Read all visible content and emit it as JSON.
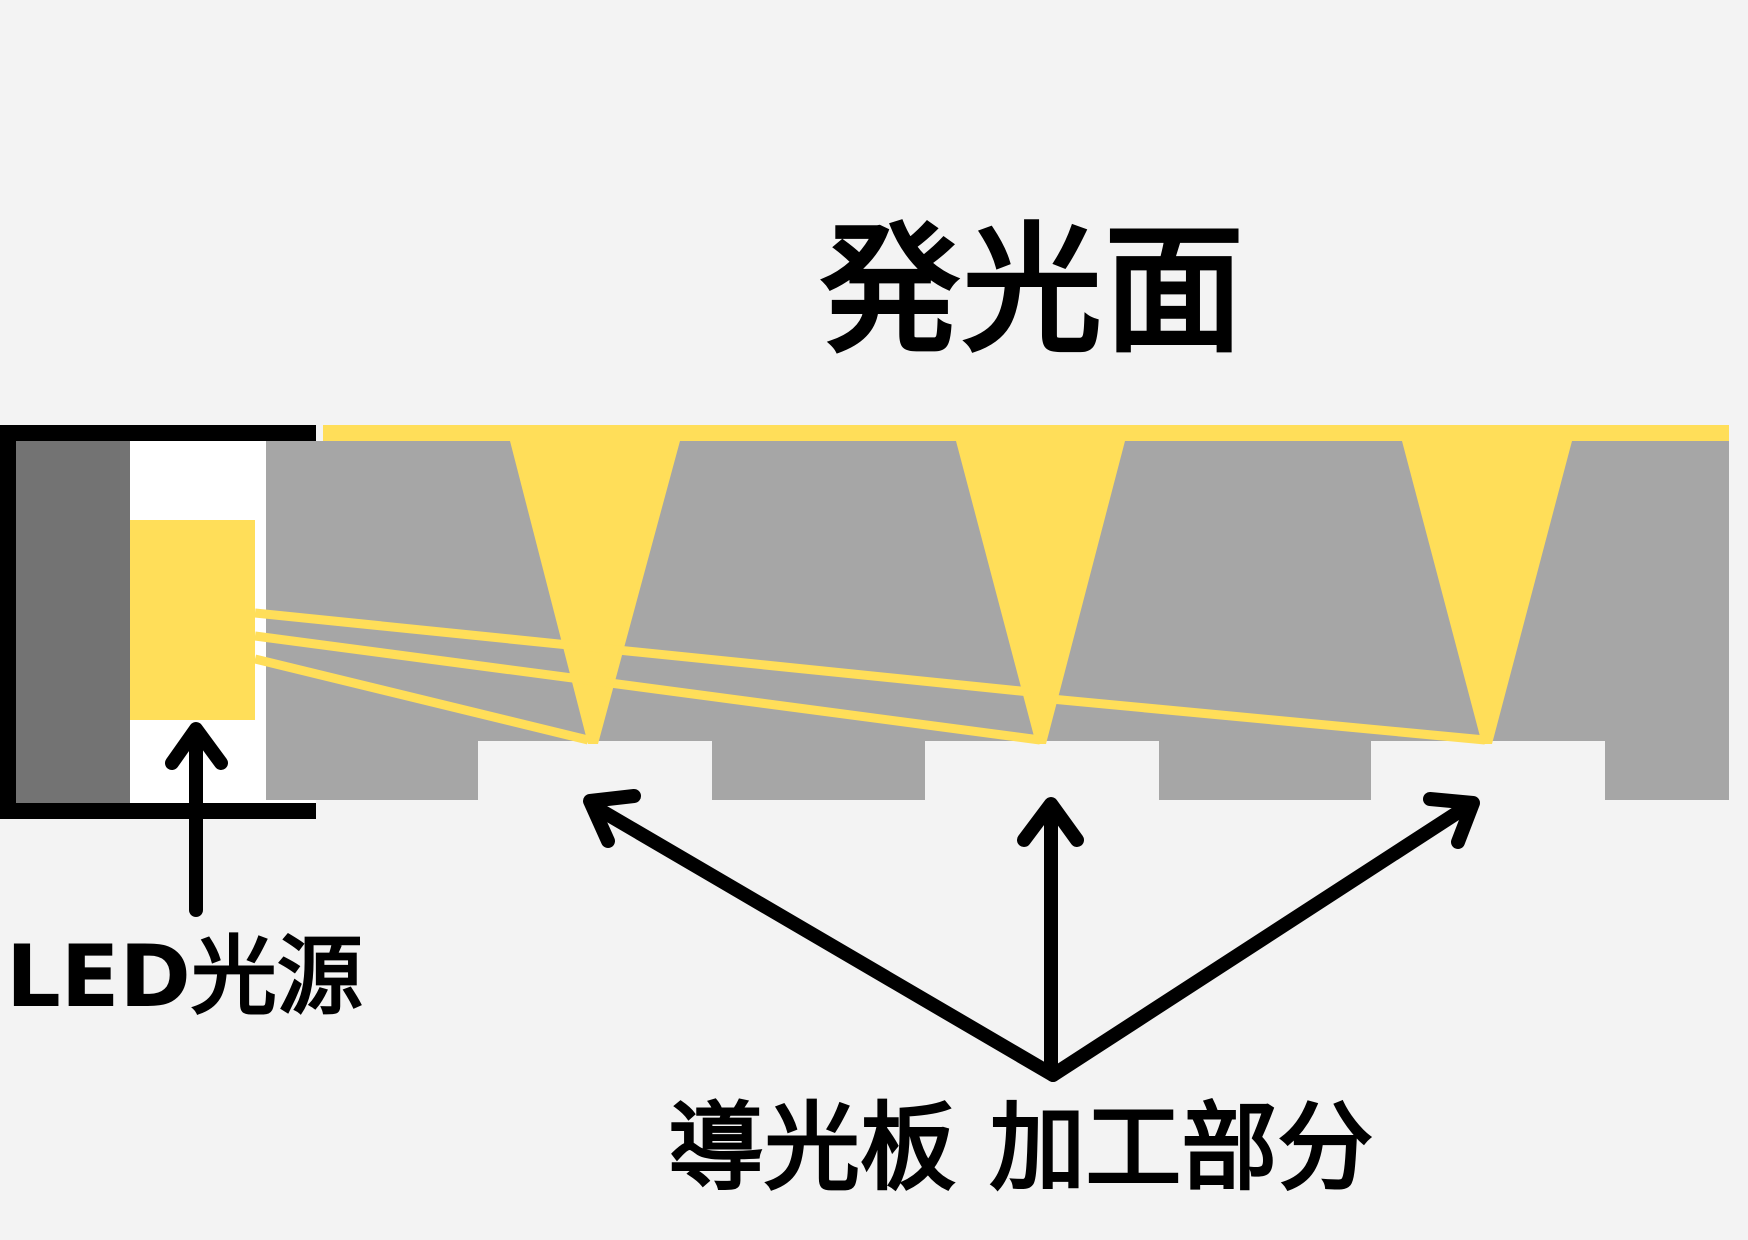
{
  "labels": {
    "emitting_surface": "発光面",
    "led_source": "LED光源",
    "light_guide_processing": "導光板 加工部分"
  },
  "colors": {
    "background": "#f3f3f3",
    "light": "#ffde59",
    "plate": "#a6a6a6",
    "led_dark": "#737373",
    "frame": "#000000"
  }
}
